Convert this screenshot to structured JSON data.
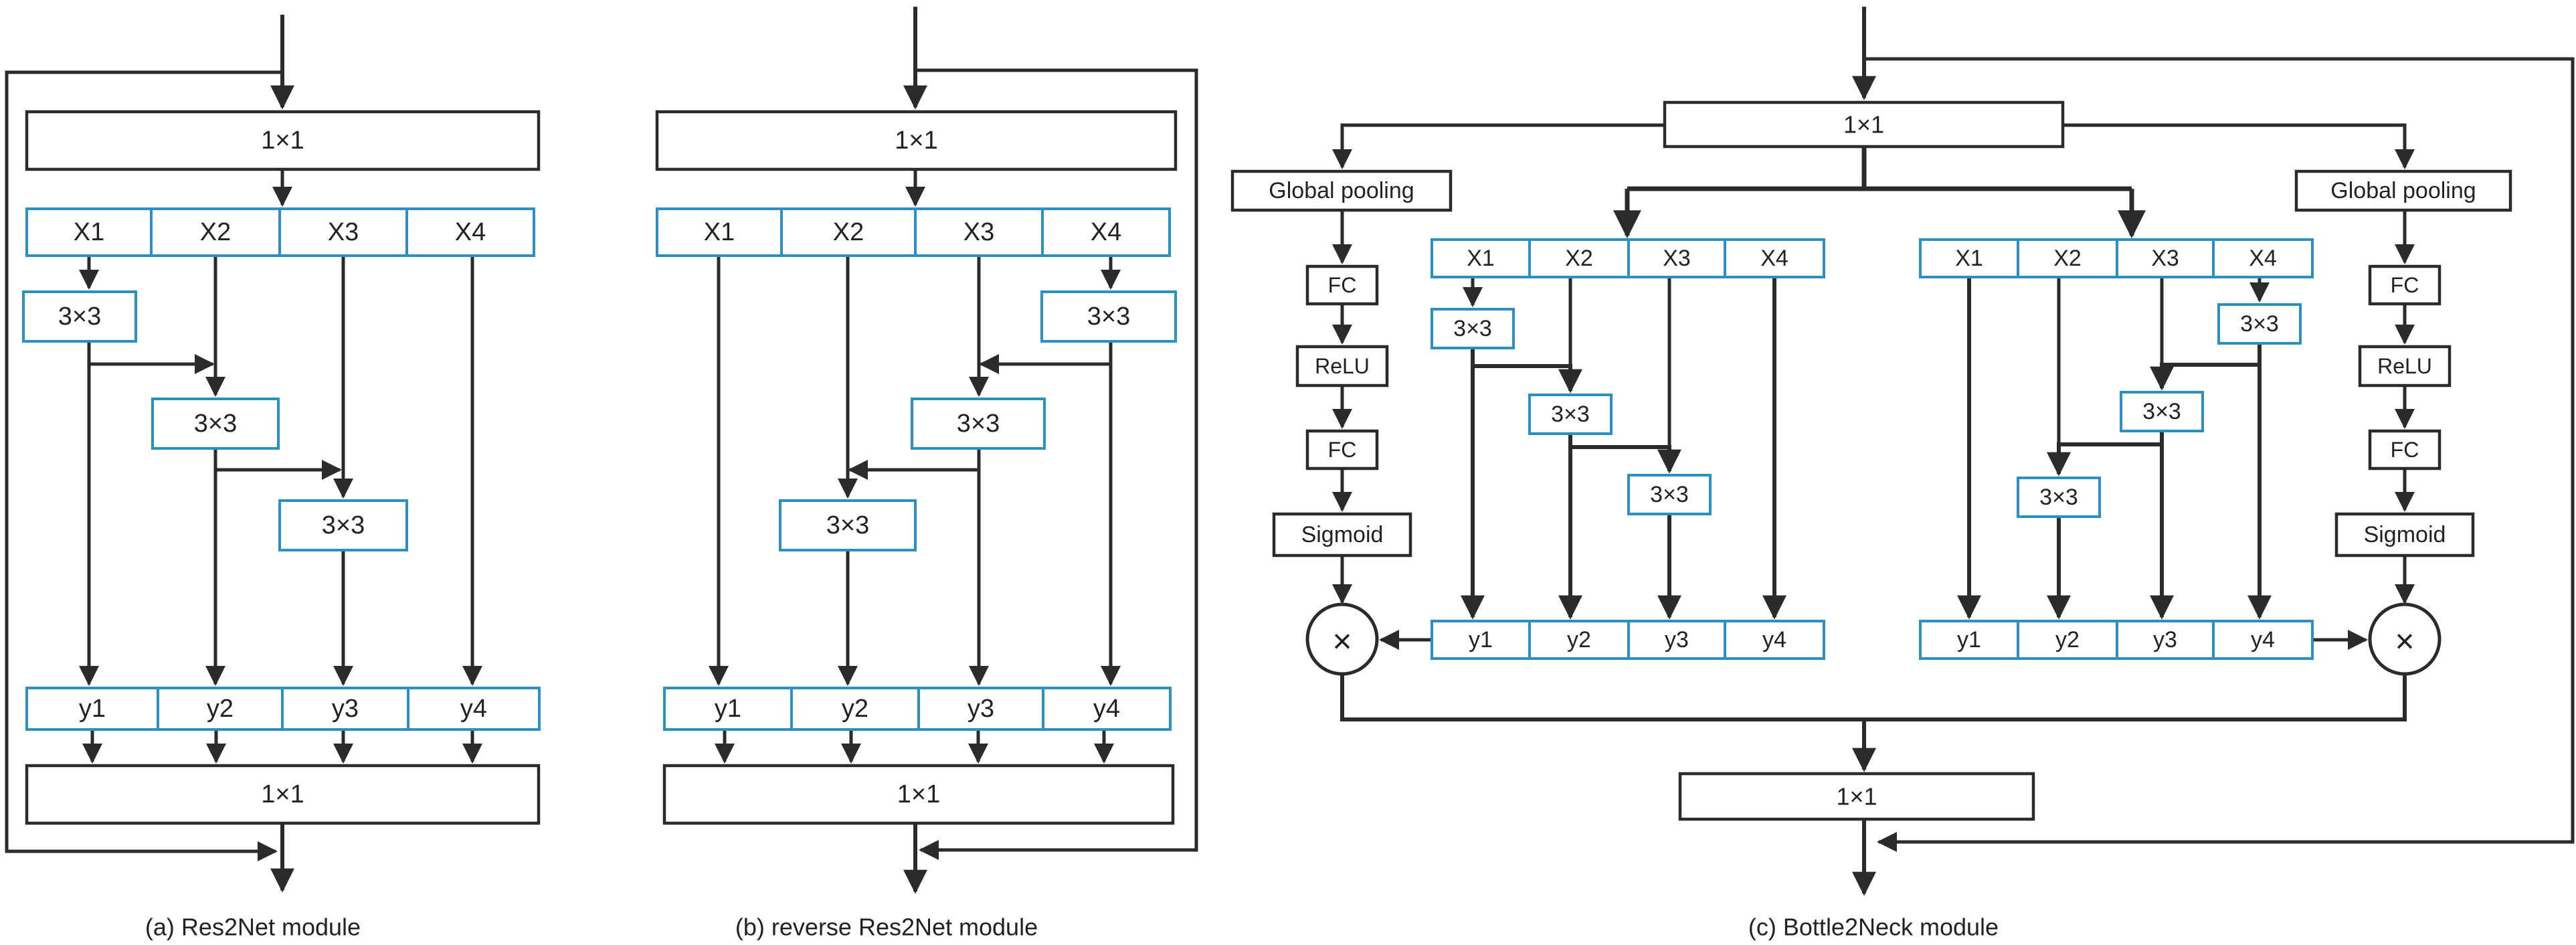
{
  "colors": {
    "stroke": "#2b2b2b",
    "accent": "#2b8fc0",
    "fill": "#ffffff"
  },
  "labels": {
    "conv1x1": "1×1",
    "conv3x3": "3×3",
    "x": [
      "X1",
      "X2",
      "X3",
      "X4"
    ],
    "y": [
      "y1",
      "y2",
      "y3",
      "y4"
    ],
    "global_pooling": "Global pooling",
    "fc": "FC",
    "relu": "ReLU",
    "sigmoid": "Sigmoid",
    "multiply": "×"
  },
  "captions": {
    "a": "(a) Res2Net module",
    "b": "(b) reverse Res2Net module",
    "c": "(c) Bottle2Neck module"
  }
}
